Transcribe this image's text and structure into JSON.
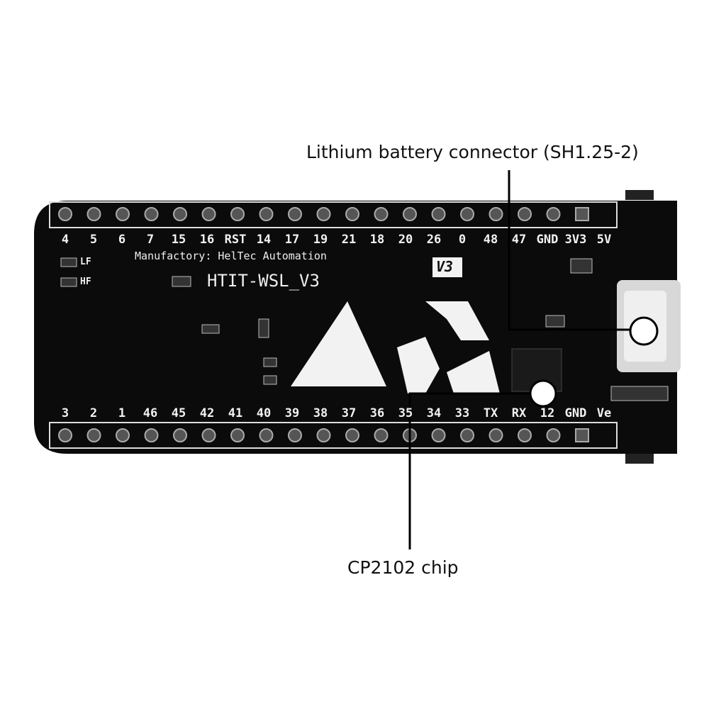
{
  "annotations": {
    "battery_connector": "Lithium battery connector (SH1.25-2)",
    "chip": "CP2102 chip"
  },
  "board": {
    "manufacturer_text": "Manufactory: HelTec Automation",
    "model": "HTIT-WSL_V3",
    "version_badge": "V3",
    "lf_label": "LF",
    "hf_label": "HF",
    "top_pins": [
      "4",
      "5",
      "6",
      "7",
      "15",
      "16",
      "RST",
      "14",
      "17",
      "19",
      "21",
      "18",
      "20",
      "26",
      "0",
      "48",
      "47",
      "GND",
      "3V3",
      "5V"
    ],
    "bottom_pins": [
      "3",
      "2",
      "1",
      "46",
      "45",
      "42",
      "41",
      "40",
      "39",
      "38",
      "37",
      "36",
      "35",
      "34",
      "33",
      "TX",
      "RX",
      "12",
      "GND",
      "Ve"
    ]
  },
  "colors": {
    "board": "#0b0b0b",
    "silkscreen": "#f0f0f0",
    "callout_line": "#000000"
  }
}
